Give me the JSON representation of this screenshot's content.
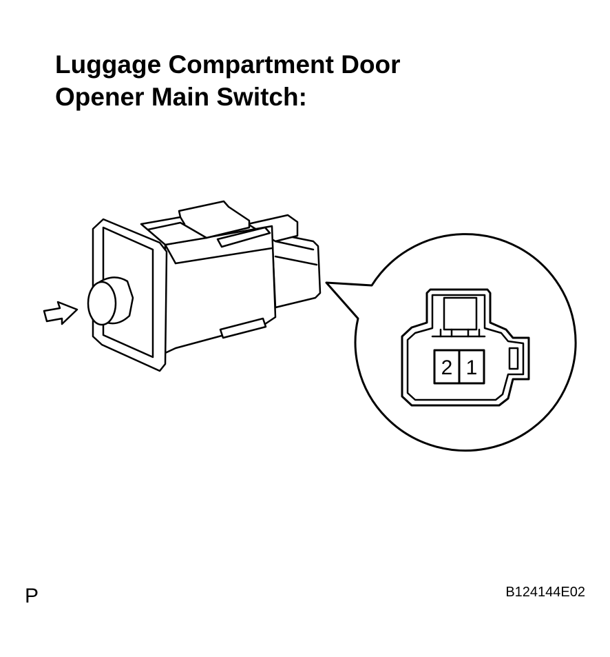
{
  "title": {
    "line1": "Luggage Compartment Door",
    "line2": "Opener Main Switch:"
  },
  "connector": {
    "pins": [
      "2",
      "1"
    ]
  },
  "footer": {
    "section_letter": "P",
    "figure_code": "B124144E02"
  }
}
